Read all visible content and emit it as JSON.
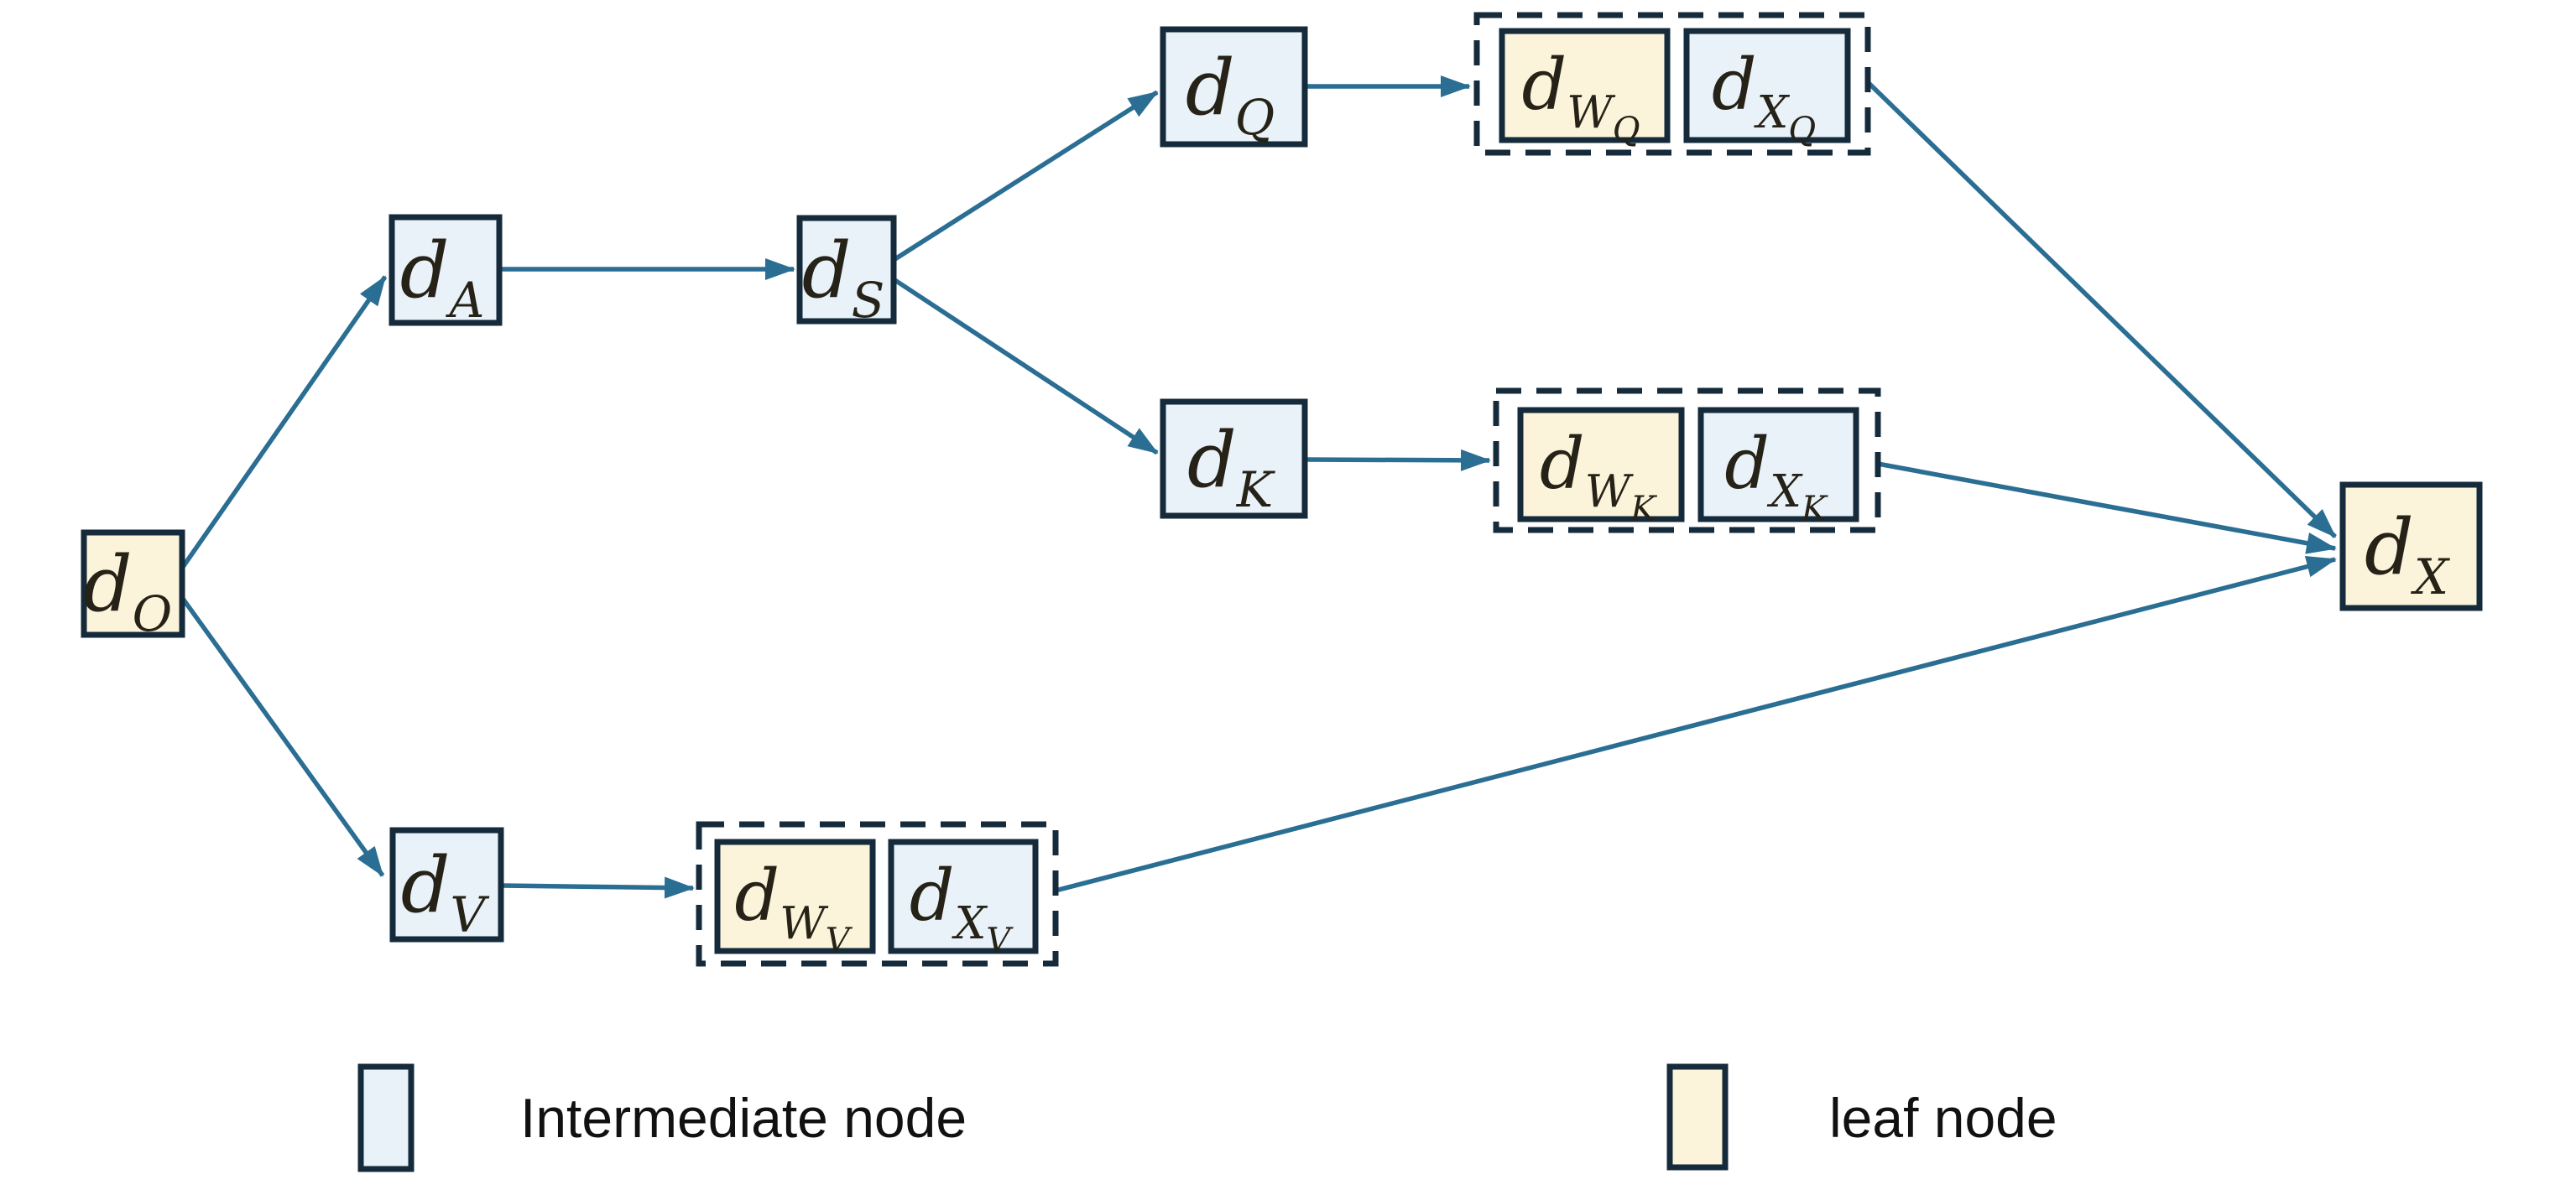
{
  "colors": {
    "background": "#ffffff",
    "leaf_fill": "#fbf4db",
    "intermediate_fill": "#e9f2f9",
    "node_border": "#152b3b",
    "arrow": "#2b6e93",
    "label_text": "#262217",
    "legend_text": "#111111"
  },
  "nodes": {
    "o": {
      "base": "d",
      "sub": "O"
    },
    "a": {
      "base": "d",
      "sub": "A"
    },
    "s": {
      "base": "d",
      "sub": "S"
    },
    "q": {
      "base": "d",
      "sub": "Q"
    },
    "k": {
      "base": "d",
      "sub": "K"
    },
    "v": {
      "base": "d",
      "sub": "V"
    },
    "wq": {
      "base": "d",
      "sub": "W",
      "subsub": "Q"
    },
    "xq": {
      "base": "d",
      "sub": "X",
      "subsub": "Q"
    },
    "wk": {
      "base": "d",
      "sub": "W",
      "subsub": "K"
    },
    "xk": {
      "base": "d",
      "sub": "X",
      "subsub": "K"
    },
    "wv": {
      "base": "d",
      "sub": "W",
      "subsub": "V"
    },
    "xv": {
      "base": "d",
      "sub": "X",
      "subsub": "V"
    },
    "x": {
      "base": "d",
      "sub": "X"
    }
  },
  "node_types": {
    "leaf": [
      "d_O",
      "d_W_Q",
      "d_W_K",
      "d_W_V",
      "d_X"
    ],
    "intermediate": [
      "d_A",
      "d_S",
      "d_Q",
      "d_K",
      "d_V",
      "d_X_Q",
      "d_X_K",
      "d_X_V"
    ]
  },
  "groups": [
    {
      "members": [
        "d_W_Q",
        "d_X_Q"
      ]
    },
    {
      "members": [
        "d_W_K",
        "d_X_K"
      ]
    },
    {
      "members": [
        "d_W_V",
        "d_X_V"
      ]
    }
  ],
  "edges": [
    {
      "from": "d_O",
      "to": "d_A"
    },
    {
      "from": "d_O",
      "to": "d_V"
    },
    {
      "from": "d_A",
      "to": "d_S"
    },
    {
      "from": "d_S",
      "to": "d_Q"
    },
    {
      "from": "d_S",
      "to": "d_K"
    },
    {
      "from": "d_Q",
      "to": "group_Q"
    },
    {
      "from": "d_K",
      "to": "group_K"
    },
    {
      "from": "d_V",
      "to": "group_V"
    },
    {
      "from": "group_Q",
      "to": "d_X"
    },
    {
      "from": "group_K",
      "to": "d_X"
    },
    {
      "from": "group_V",
      "to": "d_X"
    }
  ],
  "legend": {
    "intermediate_label": "Intermediate node",
    "leaf_label": "leaf node"
  }
}
